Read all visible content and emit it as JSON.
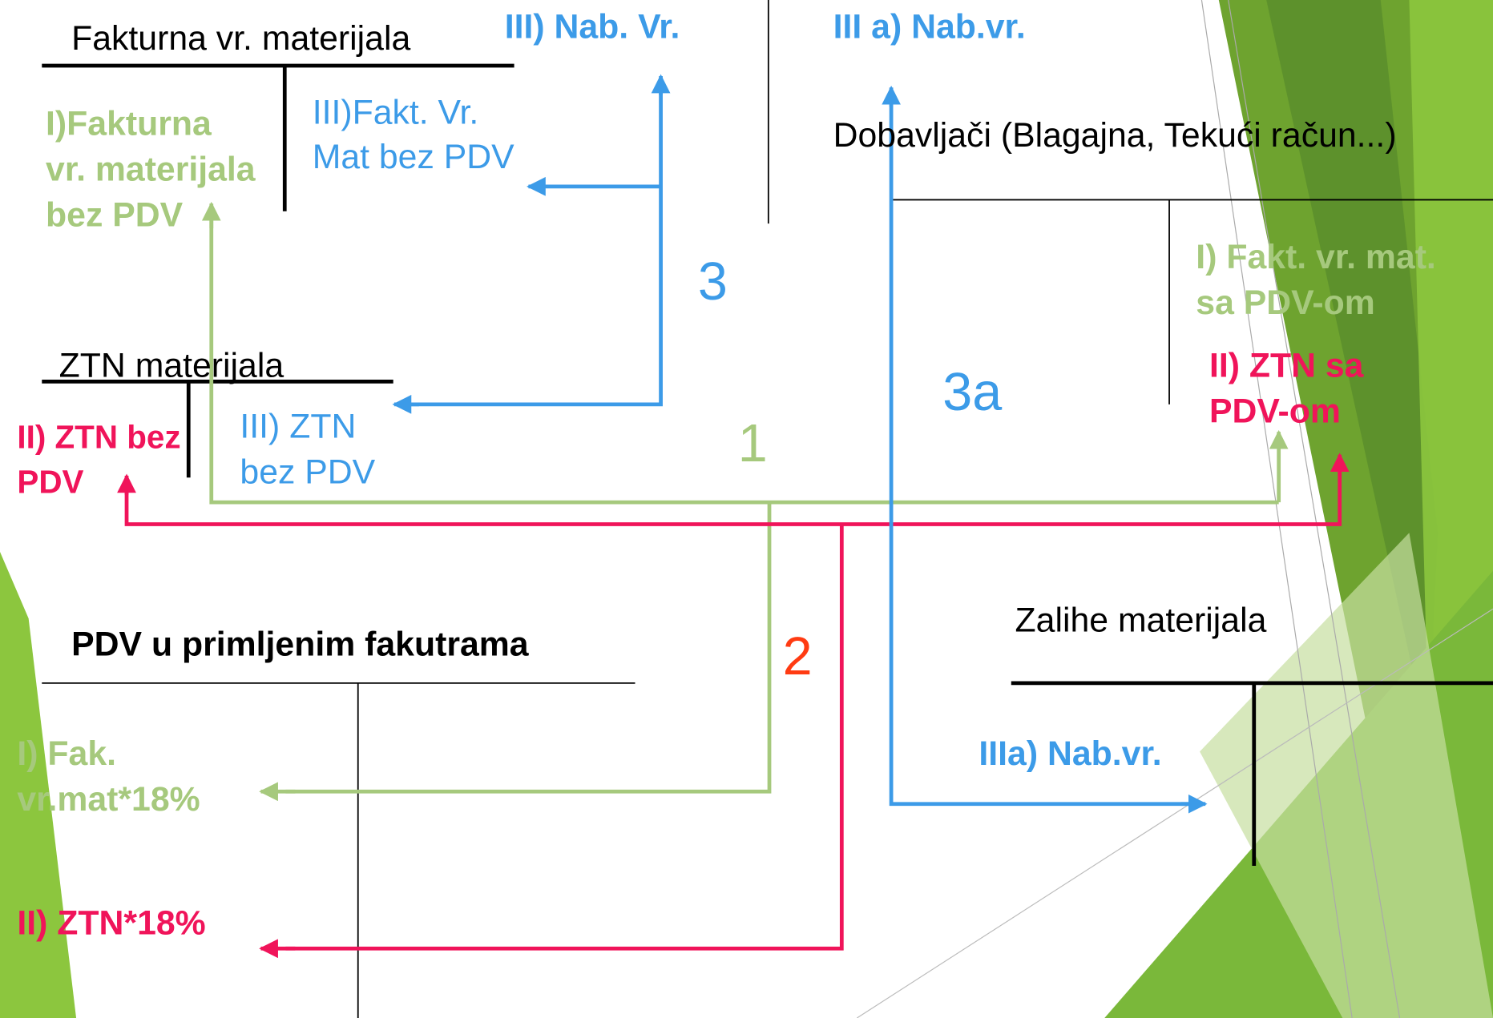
{
  "accounts": {
    "fakturna": {
      "title": "Fakturna vr. materijala",
      "debit_entry": [
        "I)Fakturna",
        "vr. materijala",
        "bez PDV"
      ],
      "credit_entry": [
        "III)Fakt. Vr.",
        "Mat bez PDV"
      ]
    },
    "ztn": {
      "title": "ZTN materijala",
      "debit_entry": [
        "II) ZTN bez",
        "PDV"
      ],
      "credit_entry": [
        "III) ZTN",
        "bez PDV"
      ]
    },
    "pdv": {
      "title": "PDV u primljenim fakutrama",
      "debit_entry_1": [
        "I) Fak.",
        "vr.mat*18%"
      ],
      "debit_entry_2": "II) ZTN*18%"
    },
    "dobavljaci": {
      "title": "Dobavljači (Blagajna, Tekući račun...)",
      "credit_entry_1": [
        "I) Fakt. vr. mat.",
        "sa PDV-om"
      ],
      "credit_entry_2": [
        "II) ZTN sa",
        "PDV-om"
      ]
    },
    "zalihe": {
      "title": "Zalihe materijala",
      "debit_entry": "IIIa) Nab.vr."
    }
  },
  "top_labels": {
    "nab_vr_3": "III) Nab. Vr.",
    "nab_vr_3a": "III a) Nab.vr."
  },
  "flow_numbers": {
    "flow_1": "1",
    "flow_2": "2",
    "flow_3": "3",
    "flow_3a": "3a"
  },
  "colors": {
    "flow_1_green": "#a6c97d",
    "flow_2_pink": "#f0145a",
    "flow_3_blue": "#3c9be8",
    "number_2_red": "#ff3b12",
    "decoration_greens": [
      "#8cc63e",
      "#6ea32f",
      "#5b8e2c",
      "#c6dea0"
    ]
  }
}
